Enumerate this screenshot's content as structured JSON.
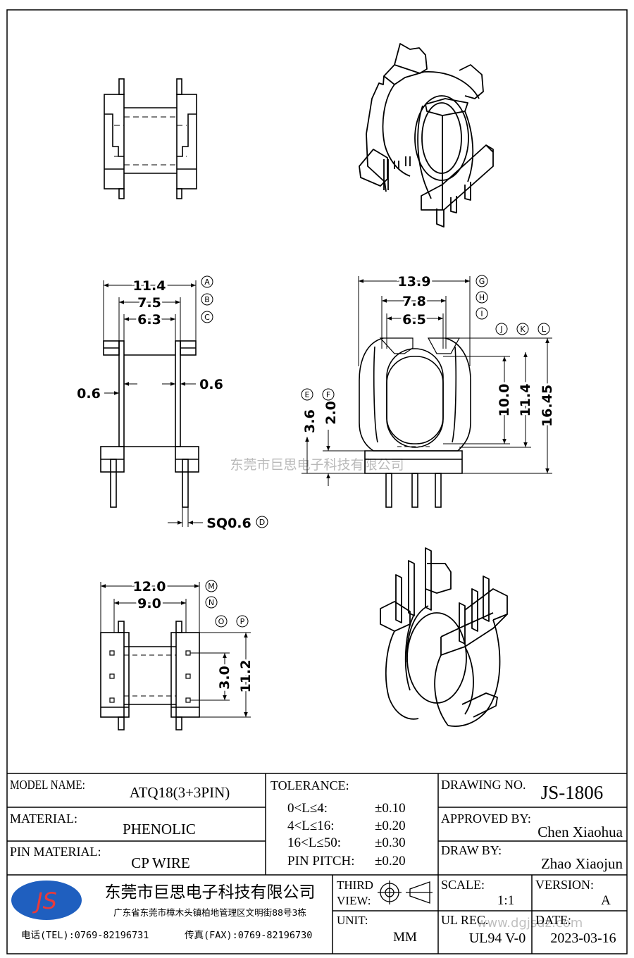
{
  "watermark": "东莞市巨思电子科技有限公司",
  "watermark_url": "www.dgjsdz.com",
  "dims": {
    "a": "11.4",
    "b": "7.5",
    "c": "6.3",
    "left_gap": "0.6",
    "right_gap": "0.6",
    "sq": "SQ0.6",
    "g": "13.9",
    "h": "7.8",
    "i": "6.5",
    "e_dim": "3.6",
    "f_dim": "2.0",
    "j_dim": "10.0",
    "k_dim": "11.4",
    "l_dim": "16.45",
    "m": "12.0",
    "n": "9.0",
    "o_dim": "3.0",
    "p_dim": "11.2"
  },
  "markers": {
    "A": "A",
    "B": "B",
    "C": "C",
    "D": "D",
    "E": "E",
    "F": "F",
    "G": "G",
    "H": "H",
    "I": "I",
    "J": "J",
    "K": "K",
    "L": "L",
    "M": "M",
    "N": "N",
    "O": "O",
    "P": "P"
  },
  "title_block": {
    "model_name_label": "MODEL NAME:",
    "model_name": "ATQ18(3+3PIN)",
    "material_label": "MATERIAL:",
    "material": "PHENOLIC",
    "pin_material_label": "PIN MATERIAL:",
    "pin_material": "CP WIRE",
    "tolerance_label": "TOLERANCE:",
    "tolerances": [
      {
        "range": "0<L≤4:",
        "value": "±0.10"
      },
      {
        "range": "4<L≤16:",
        "value": "±0.20"
      },
      {
        "range": "16<L≤50:",
        "value": "±0.30"
      },
      {
        "range": "PIN PITCH:",
        "value": "±0.20"
      }
    ],
    "drawing_no_label": "DRAWING NO.",
    "drawing_no": "JS-1806",
    "approved_by_label": "APPROVED BY:",
    "approved_by": "Chen Xiaohua",
    "draw_by_label": "DRAW BY:",
    "draw_by": "Zhao Xiaojun",
    "logo_text": "JS",
    "company_name": "东莞市巨思电子科技有限公司",
    "company_address": "广东省东莞市樟木头镇柏地管理区文明街88号3栋",
    "phone": "电话(TEL):0769-82196731",
    "fax": "传真(FAX):0769-82196730",
    "third_view_label": "THIRD VIEW:",
    "third_view_line1": "THIRD",
    "third_view_line2": "VIEW:",
    "unit_label": "UNIT:",
    "unit": "MM",
    "scale_label": "SCALE:",
    "scale": "1:1",
    "version_label": "VERSION:",
    "version": "A",
    "ul_rec_label": "UL REC.",
    "ul_rec": "UL94 V-0",
    "date_label": "DATE:",
    "date": "2023-03-16"
  }
}
